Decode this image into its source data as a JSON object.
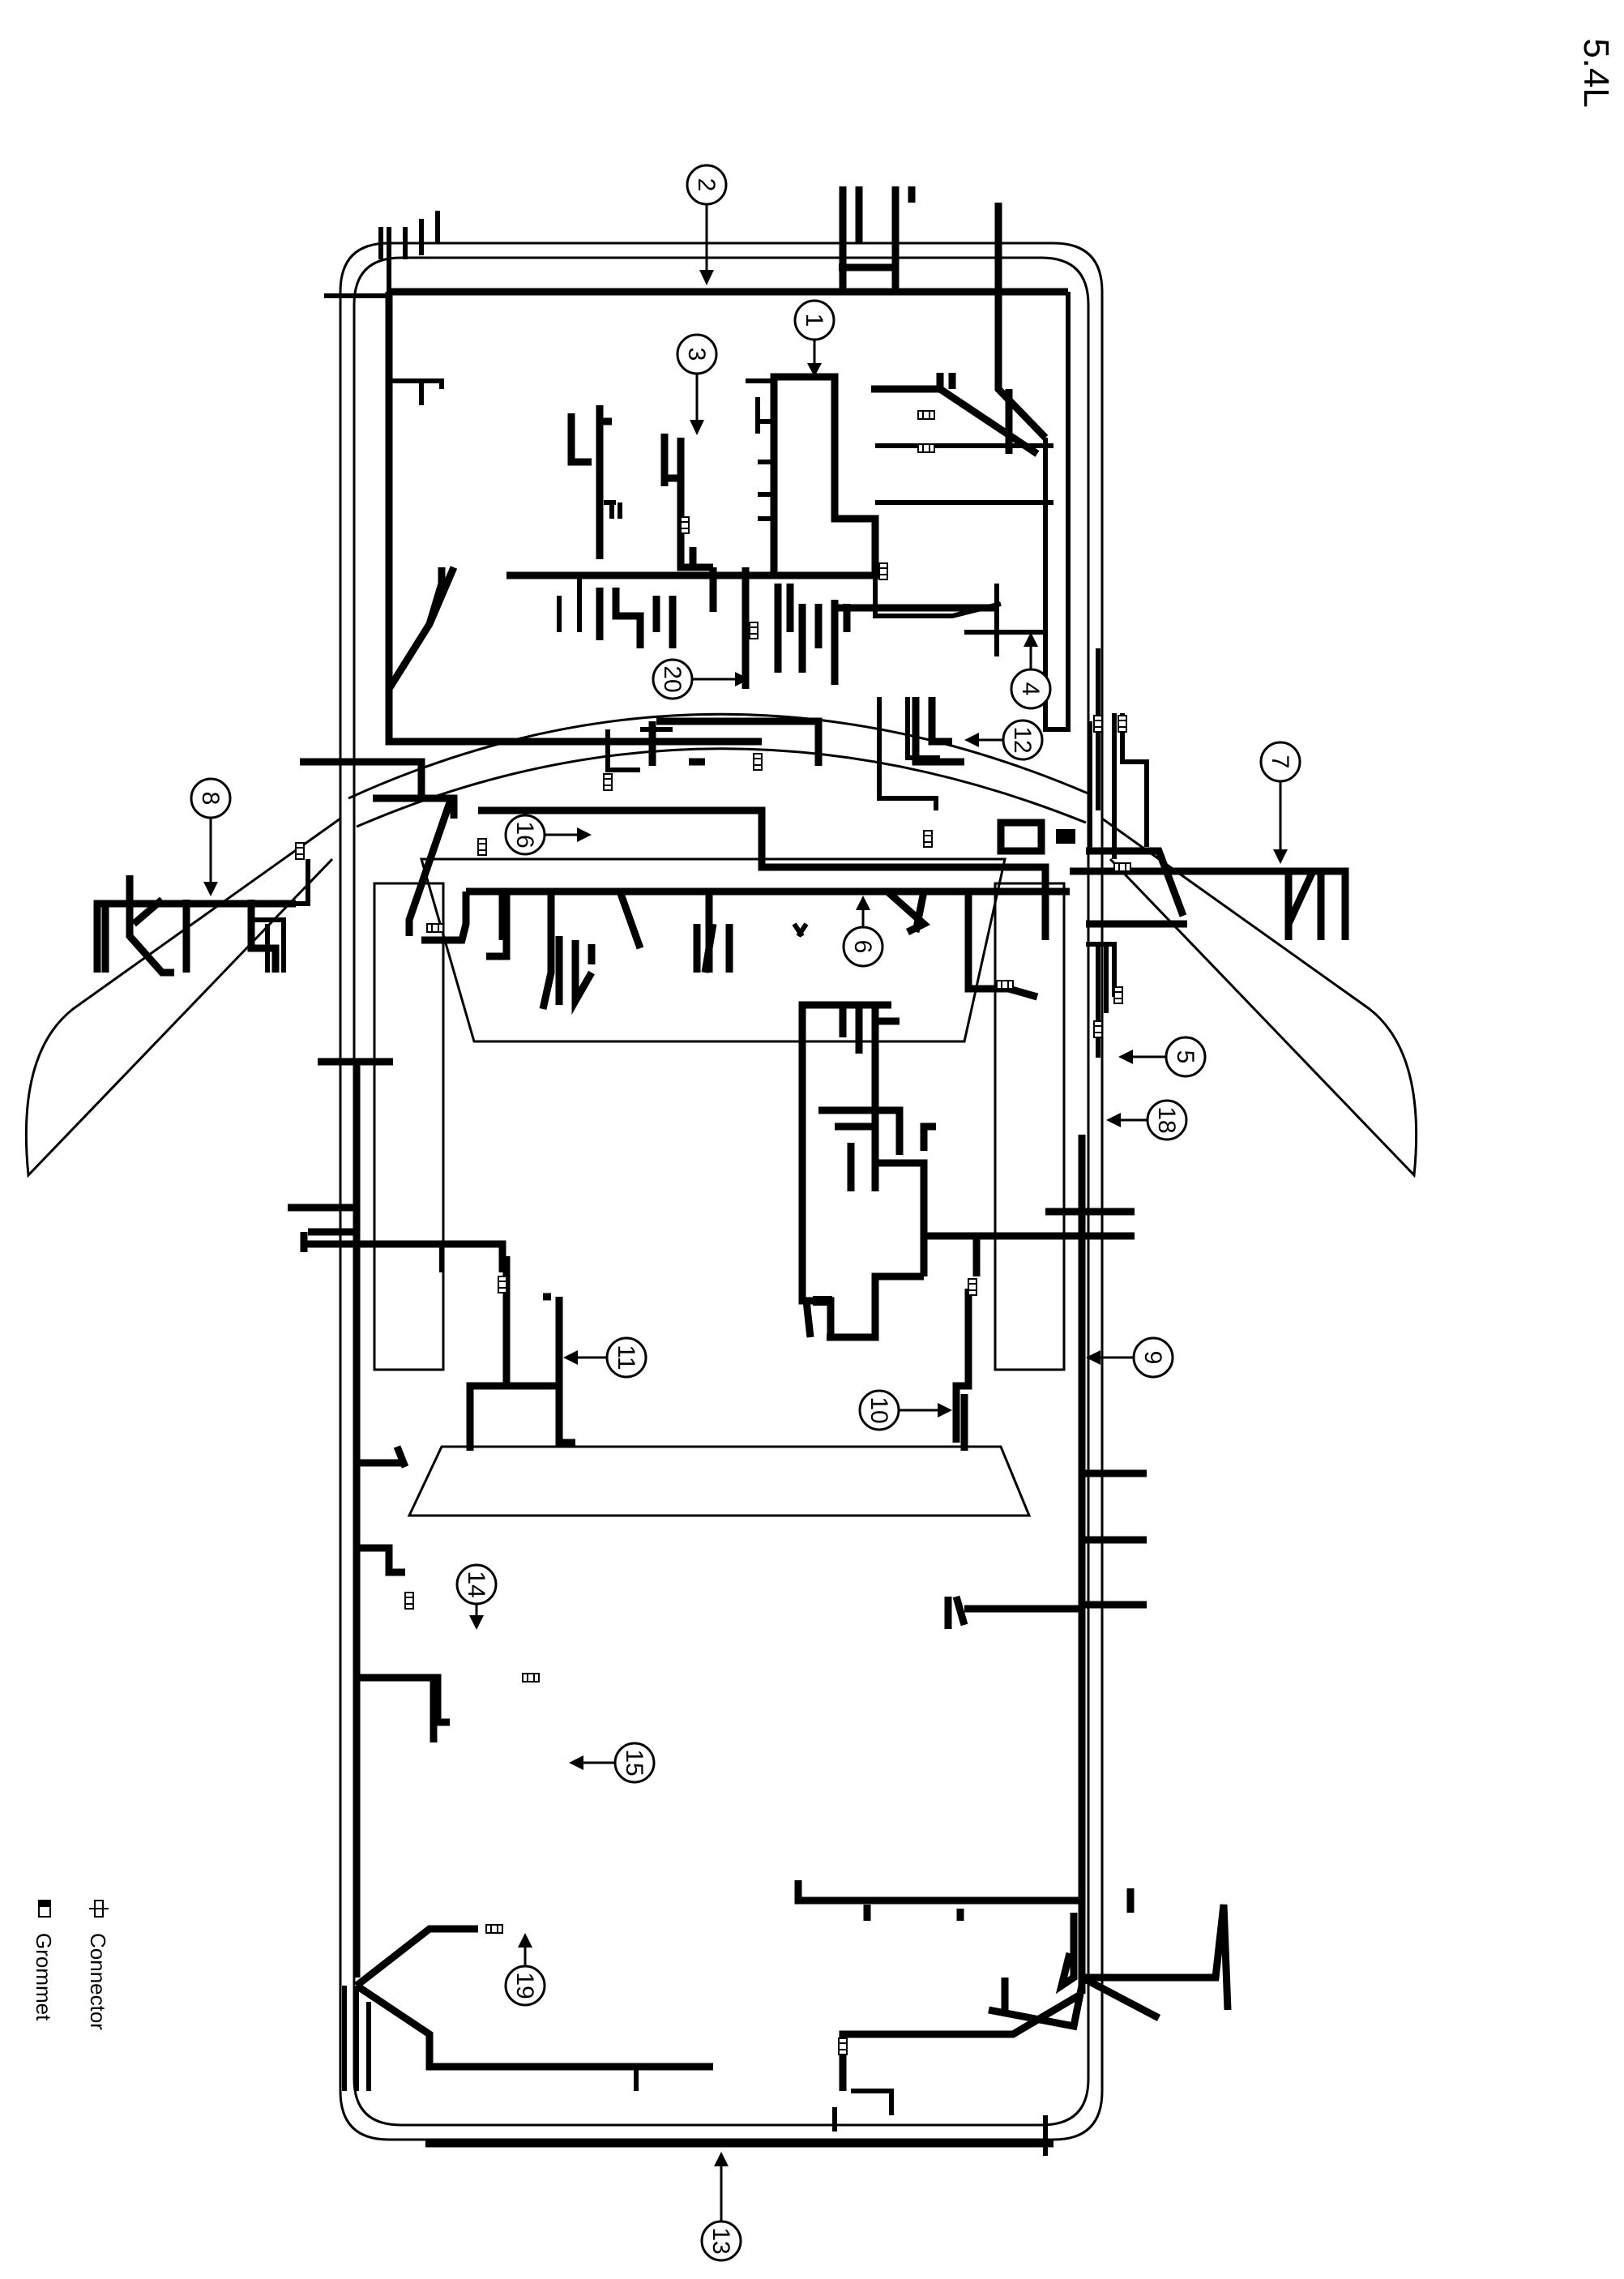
{
  "engine_label": "5.4L",
  "callouts": [
    "1",
    "2",
    "3",
    "4",
    "5",
    "6",
    "7",
    "8",
    "9",
    "10",
    "11",
    "12",
    "13",
    "14",
    "15",
    "16",
    "18",
    "19",
    "20"
  ],
  "legend": {
    "connector_label": "Connector",
    "grommet_label": "Grommet",
    "connector_symbol": "connector-icon",
    "grommet_symbol": "grommet-icon"
  },
  "colors": {
    "line": "#000000",
    "background": "#ffffff"
  }
}
